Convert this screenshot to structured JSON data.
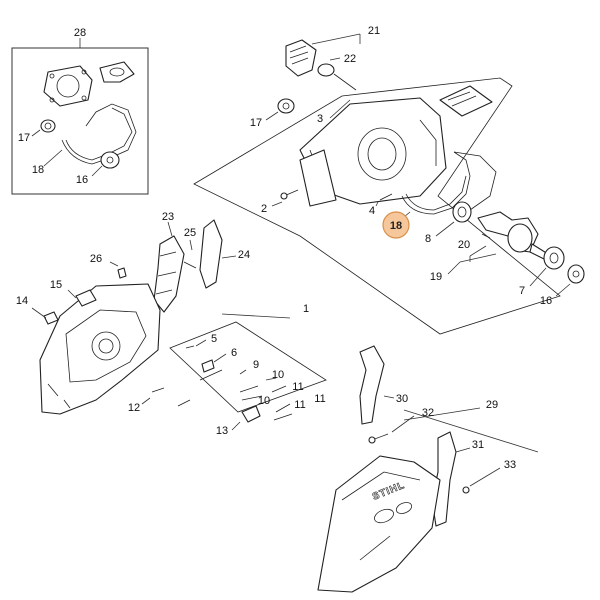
{
  "diagram": {
    "highlight_color": "#f6c79b",
    "highlighted_part": "18",
    "brand_text": "STIHL",
    "labels": {
      "p1": "1",
      "p2": "2",
      "p3": "3",
      "p4": "4",
      "p5": "5",
      "p6": "6",
      "p7": "7",
      "p8": "8",
      "p9": "9",
      "p10a": "10",
      "p10b": "10",
      "p11a": "11",
      "p11b": "11",
      "p11c": "11",
      "p12": "12",
      "p13": "13",
      "p14": "14",
      "p15": "15",
      "p16a": "16",
      "p16b": "16",
      "p17a": "17",
      "p17b": "17",
      "p18a": "18",
      "p18b": "18",
      "p19": "19",
      "p20": "20",
      "p21": "21",
      "p22": "22",
      "p23": "23",
      "p24": "24",
      "p25": "25",
      "p26": "26",
      "p28": "28",
      "p29": "29",
      "p30": "30",
      "p31": "31",
      "p32": "32",
      "p33": "33"
    }
  }
}
